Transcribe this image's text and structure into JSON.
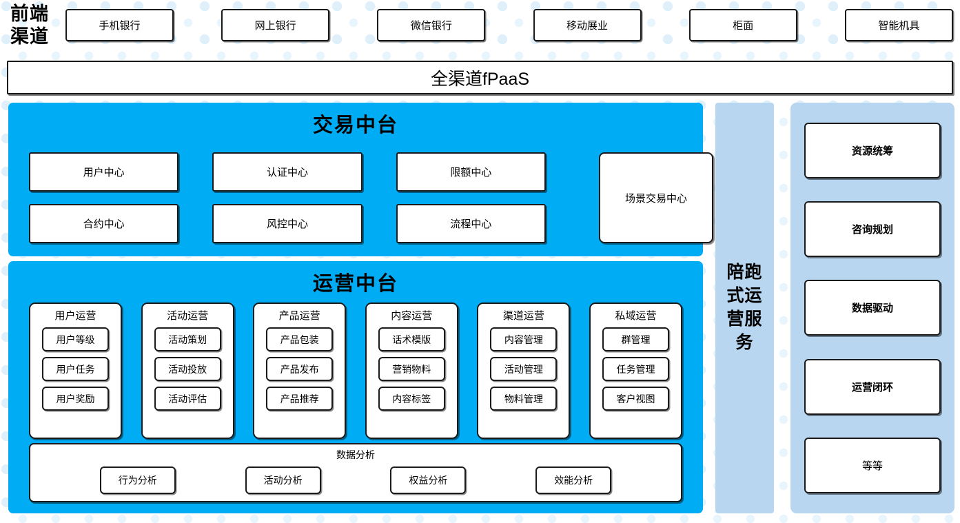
{
  "front_channel": {
    "label_line1": "前端",
    "label_line2": "渠道",
    "channels": [
      {
        "label": "手机银行"
      },
      {
        "label": "网上银行"
      },
      {
        "label": "微信银行"
      },
      {
        "label": "移动展业"
      },
      {
        "label": "柜面"
      },
      {
        "label": "智能机具"
      }
    ]
  },
  "fpaas": {
    "label": "全渠道fPaaS"
  },
  "trade_platform": {
    "title": "交易中台",
    "centers": [
      {
        "label": "用户中心"
      },
      {
        "label": "认证中心"
      },
      {
        "label": "限额中心"
      },
      {
        "label": "合约中心"
      },
      {
        "label": "风控中心"
      },
      {
        "label": "流程中心"
      }
    ],
    "scene_center": {
      "label": "场景交易中心"
    }
  },
  "ops_platform": {
    "title": "运营中台",
    "groups": [
      {
        "title": "用户运营",
        "items": [
          "用户等级",
          "用户任务",
          "用户奖励"
        ]
      },
      {
        "title": "活动运营",
        "items": [
          "活动策划",
          "活动投放",
          "活动评估"
        ]
      },
      {
        "title": "产品运营",
        "items": [
          "产品包装",
          "产品发布",
          "产品推荐"
        ]
      },
      {
        "title": "内容运营",
        "items": [
          "话术模版",
          "营销物料",
          "内容标签"
        ]
      },
      {
        "title": "渠道运营",
        "items": [
          "内容管理",
          "活动管理",
          "物料管理"
        ]
      },
      {
        "title": "私域运营",
        "items": [
          "群管理",
          "任务管理",
          "客户视图"
        ]
      }
    ],
    "data_analysis": {
      "title": "数据分析",
      "items": [
        "行为分析",
        "活动分析",
        "权益分析",
        "效能分析"
      ]
    }
  },
  "accompaniment": {
    "label": "陪跑式运营服务"
  },
  "services": {
    "items": [
      {
        "label": "资源统筹",
        "bold": true
      },
      {
        "label": "咨询规划",
        "bold": true
      },
      {
        "label": "数据驱动",
        "bold": true
      },
      {
        "label": "运营闭环",
        "bold": true
      },
      {
        "label": "等等",
        "bold": false
      }
    ]
  },
  "colors": {
    "platform_blue": "#00adf5",
    "panel_light_blue": "#b8d6ef",
    "border_black": "#1a1a1a",
    "background_dot": "#dff0fb"
  }
}
